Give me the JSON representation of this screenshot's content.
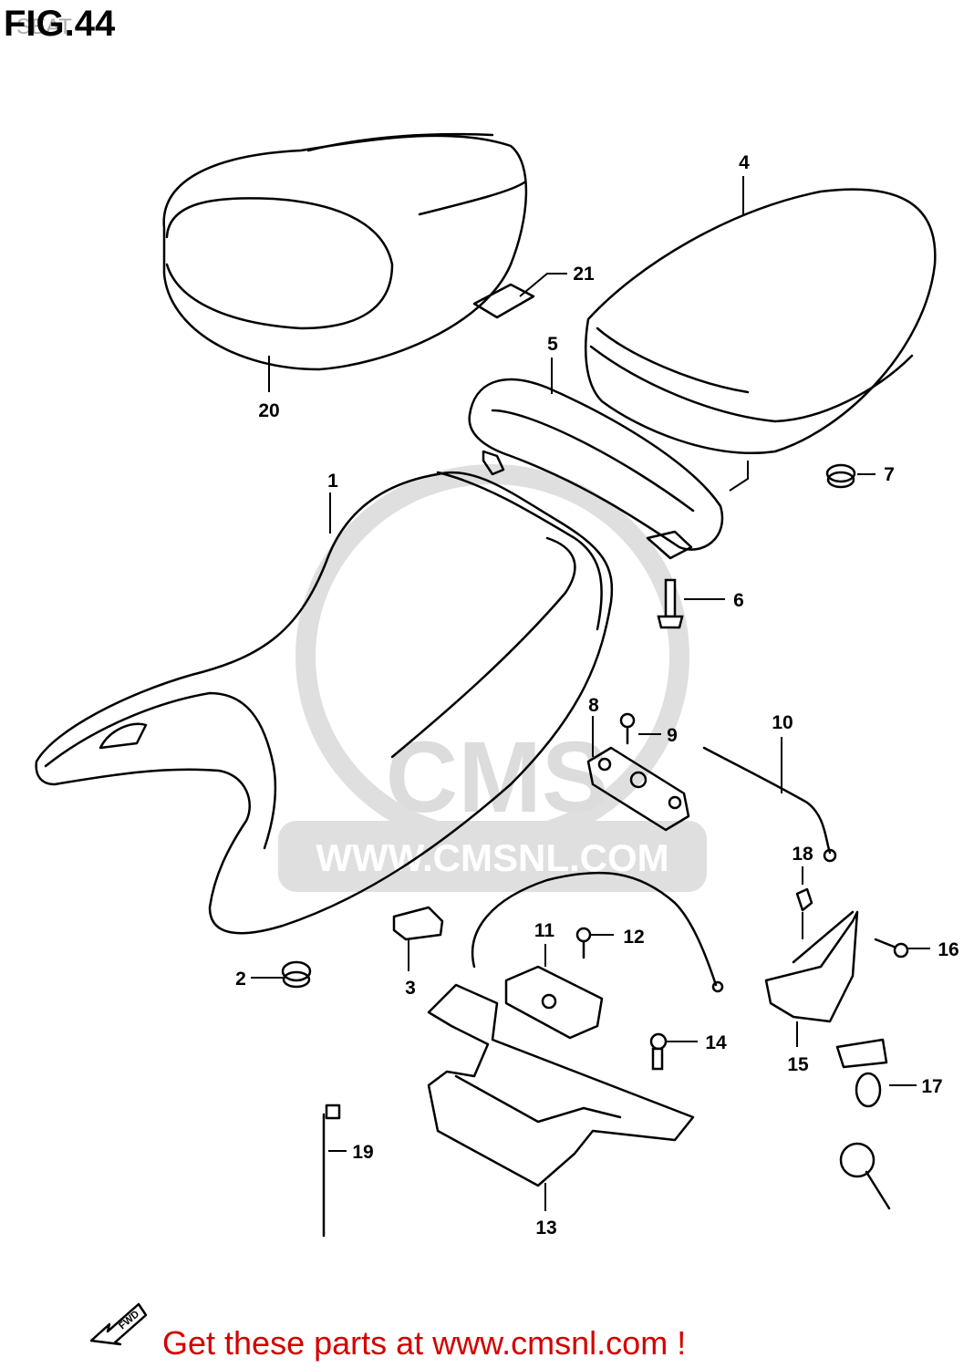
{
  "figure": {
    "title": "FIG.44",
    "subtitle": "SEAT"
  },
  "watermark": {
    "text": "WWW.CMSNL.COM",
    "logo_text": "CMS"
  },
  "labels": {
    "p1": "1",
    "p2": "2",
    "p3": "3",
    "p4": "4",
    "p5": "5",
    "p6": "6",
    "p7": "7",
    "p8": "8",
    "p9": "9",
    "p10": "10",
    "p11": "11",
    "p12": "12",
    "p13": "13",
    "p14": "14",
    "p15": "15",
    "p16": "16",
    "p17": "17",
    "p18": "18",
    "p19": "19",
    "p20": "20",
    "p21": "21"
  },
  "fwd": {
    "text": "FWD"
  },
  "footer": {
    "text": "Get these parts at www.cmsnl.com !"
  },
  "colors": {
    "line": "#000000",
    "footer": "#d40000",
    "watermark": "#d9d9d9"
  }
}
